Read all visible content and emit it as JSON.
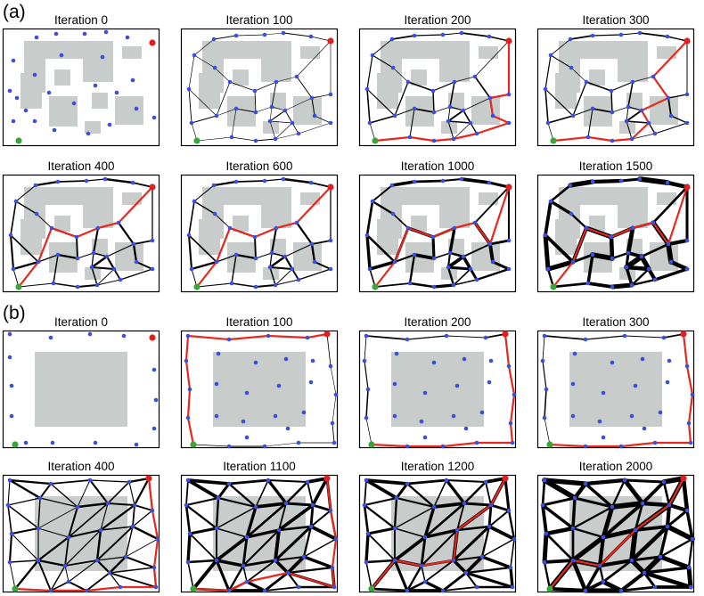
{
  "figure": {
    "section_a_label": "(a)",
    "section_b_label": "(b)",
    "colors": {
      "node": "#3a4fe0",
      "source": "#3aa63a",
      "target": "#e02020",
      "path": "#e8271e",
      "obstacle": "#c8ccca",
      "edge": "#000000"
    },
    "panels_a": [
      {
        "title": "Iteration 0",
        "iteration": 0
      },
      {
        "title": "Iteration 100",
        "iteration": 100
      },
      {
        "title": "Iteration 200",
        "iteration": 200
      },
      {
        "title": "Iteration 300",
        "iteration": 300
      },
      {
        "title": "Iteration 400",
        "iteration": 400
      },
      {
        "title": "Iteration 600",
        "iteration": 600
      },
      {
        "title": "Iteration 1000",
        "iteration": 1000
      },
      {
        "title": "Iteration 1500",
        "iteration": 1500
      }
    ],
    "panels_b": [
      {
        "title": "Iteration 0",
        "iteration": 0
      },
      {
        "title": "Iteration 100",
        "iteration": 100
      },
      {
        "title": "Iteration 200",
        "iteration": 200
      },
      {
        "title": "Iteration 300",
        "iteration": 300
      },
      {
        "title": "Iteration 400",
        "iteration": 400
      },
      {
        "title": "Iteration 1100",
        "iteration": 1100
      },
      {
        "title": "Iteration 1200",
        "iteration": 1200
      },
      {
        "title": "Iteration 2000",
        "iteration": 2000
      }
    ]
  }
}
